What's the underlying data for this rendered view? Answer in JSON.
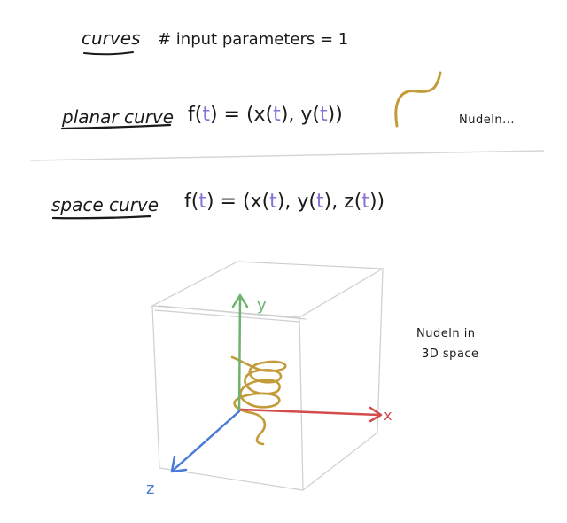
{
  "header": {
    "title": "curves",
    "subtitle": "# input parameters = 1"
  },
  "planar": {
    "label": "planar curve",
    "formula_prefix": "f(",
    "param": "t",
    "formula_mid": ") = (x(",
    "formula_mid2": "), y(",
    "formula_end": "))",
    "note": "Nudeln..."
  },
  "space": {
    "label": "space curve",
    "formula_prefix": "f(",
    "param": "t",
    "formula_mid": ") = (x(",
    "formula_mid2": "), y(",
    "formula_mid3": "), z(",
    "formula_end": "))"
  },
  "diagram": {
    "axis_y": "y",
    "axis_x": "x",
    "axis_z": "z",
    "note_line1": "Nudeln in",
    "note_line2": "3D space"
  },
  "colors": {
    "ink": "#1a1a1a",
    "param": "#8a6fd8",
    "curve": "#c49b3a",
    "axis_y": "#6db36d",
    "axis_x": "#d34b4b",
    "axis_z": "#4a7bd6",
    "box": "#cfcfcf",
    "divider": "#d6d6d6"
  }
}
